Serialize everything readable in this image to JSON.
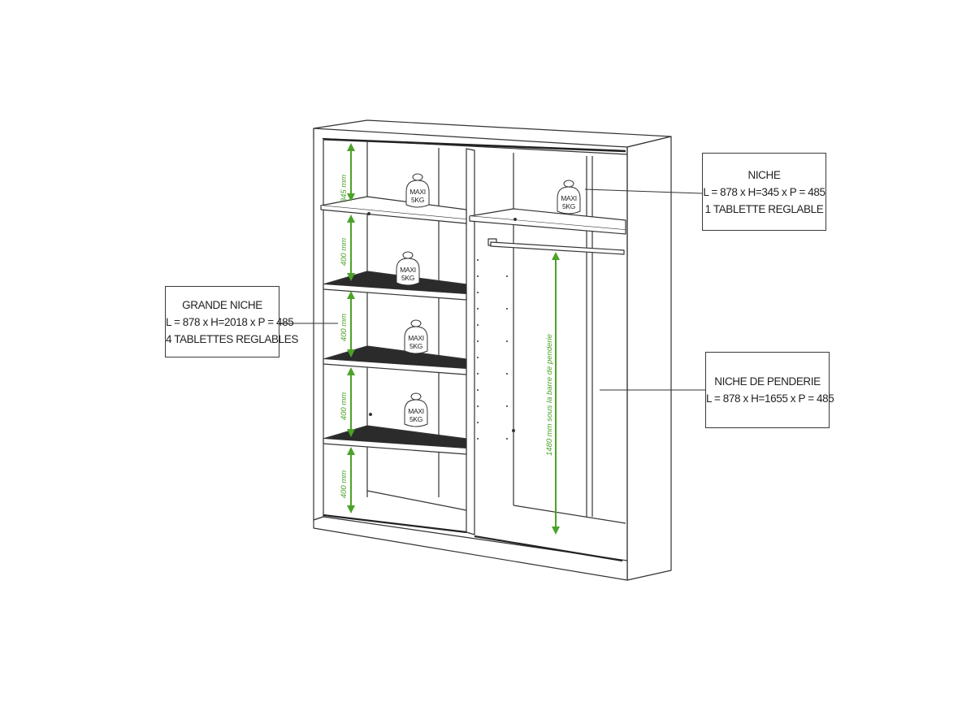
{
  "callouts": {
    "niche": {
      "line1": "NICHE",
      "line2": "L = 878 x H=345 x P = 485",
      "line3": "1 TABLETTE REGLABLE"
    },
    "grande_niche": {
      "line1": "GRANDE  NICHE",
      "line2": "L = 878 x H=2018 x P = 485",
      "line3": "4 TABLETTES REGLABLES"
    },
    "niche_penderie": {
      "line1": "NICHE DE PENDERIE",
      "line2": "L = 878 x H=1655 x P = 485"
    }
  },
  "dimensions": {
    "left": [
      "345 mm",
      "400 mm",
      "400 mm",
      "400 mm",
      "400 mm"
    ],
    "hanging": "1480 mm sous la barre de penderie"
  },
  "weights": {
    "line1": "MAXI",
    "line2": "5KG"
  },
  "colors": {
    "dimension_green": "#4ca228",
    "line": "#333333",
    "shelf_dark": "#2b2b2b"
  }
}
